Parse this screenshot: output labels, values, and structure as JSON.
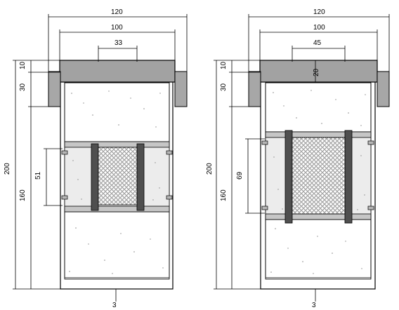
{
  "drawings": [
    {
      "id": "left",
      "dims": {
        "width_outer": "120",
        "width_inner": "100",
        "mesh_width": "33",
        "cap_height": "10",
        "upper_height": "30",
        "total_height": "200",
        "lower_height": "160",
        "mesh_height": "51",
        "bottom_thickness": "3"
      }
    },
    {
      "id": "right",
      "dims": {
        "width_outer": "120",
        "width_inner": "100",
        "mesh_width": "45",
        "cap_height": "10",
        "cap_inner_height": "20",
        "upper_height": "30",
        "total_height": "200",
        "lower_height": "160",
        "mesh_height": "69",
        "bottom_thickness": "3"
      }
    }
  ],
  "colors": {
    "line": "#000000",
    "cap_fill": "#a0a0a0",
    "rebar_fill": "#505050",
    "concrete_fill": "#ffffff",
    "concrete_dots": "#8a8a8a",
    "mesh_fill": "#7c7c7c",
    "frame_fill": "#c7c7c7"
  }
}
